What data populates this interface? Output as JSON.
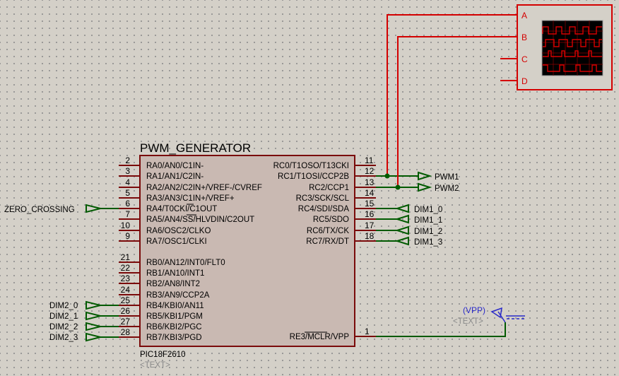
{
  "chip": {
    "title": "PWM_GENERATOR",
    "part": "PIC18F2610",
    "text_placeholder": "<TEXT>",
    "left_pins": [
      {
        "num": "2",
        "label": "RA0/AN0/C1IN-",
        "net": ""
      },
      {
        "num": "3",
        "label": "RA1/AN1/C2IN-",
        "net": ""
      },
      {
        "num": "4",
        "label": "RA2/AN2/C2IN+/VREF-/CVREF",
        "net": ""
      },
      {
        "num": "5",
        "label": "RA3/AN3/C1IN+/VREF+",
        "net": ""
      },
      {
        "num": "6",
        "label": "RA4/T0CKI/C1OUT",
        "net": "ZERO_CROSSING"
      },
      {
        "num": "7",
        "label": "RA5/AN4/SS/HLVDIN/C2OUT",
        "net": ""
      },
      {
        "num": "10",
        "label": "RA6/OSC2/CLKO",
        "net": ""
      },
      {
        "num": "9",
        "label": "RA7/OSC1/CLKI",
        "net": ""
      },
      {
        "num": "21",
        "label": "RB0/AN12/INT0/FLT0",
        "net": ""
      },
      {
        "num": "22",
        "label": "RB1/AN10/INT1",
        "net": ""
      },
      {
        "num": "23",
        "label": "RB2/AN8/INT2",
        "net": ""
      },
      {
        "num": "24",
        "label": "RB3/AN9/CCP2A",
        "net": ""
      },
      {
        "num": "25",
        "label": "RB4/KBI0/AN11",
        "net": "DIM2_0"
      },
      {
        "num": "26",
        "label": "RB5/KBI1/PGM",
        "net": "DIM2_1"
      },
      {
        "num": "27",
        "label": "RB6/KBI2/PGC",
        "net": "DIM2_2"
      },
      {
        "num": "28",
        "label": "RB7/KBI3/PGD",
        "net": "DIM2_3"
      }
    ],
    "right_pins": [
      {
        "num": "11",
        "label": "RC0/T1OSO/T13CKI",
        "net": ""
      },
      {
        "num": "12",
        "label": "RC1/T1OSI/CCP2B",
        "net": "PWM1"
      },
      {
        "num": "13",
        "label": "RC2/CCP1",
        "net": "PWM2"
      },
      {
        "num": "14",
        "label": "RC3/SCK/SCL",
        "net": ""
      },
      {
        "num": "15",
        "label": "RC4/SDI/SDA",
        "net": "DIM1_0"
      },
      {
        "num": "16",
        "label": "RC5/SDO",
        "net": "DIM1_1"
      },
      {
        "num": "17",
        "label": "RC6/TX/CK",
        "net": "DIM1_2"
      },
      {
        "num": "18",
        "label": "RC7/RX/DT",
        "net": "DIM1_3"
      },
      {
        "num": "1",
        "label": "RE3/MCLR/VPP",
        "net": ""
      }
    ]
  },
  "scope": {
    "channels": [
      "A",
      "B",
      "C",
      "D"
    ]
  },
  "power": {
    "label": "(VPP)",
    "text_placeholder": "<TEXT>"
  },
  "colors": {
    "wire": "#005a00",
    "chip_fill": "#c9b9b2",
    "chip_border": "#7a0a0a",
    "pin": "#7a0a0a",
    "scope": "#d40000",
    "screen": "#000000",
    "trace": "#d40000",
    "blue": "#2a2ac8"
  }
}
